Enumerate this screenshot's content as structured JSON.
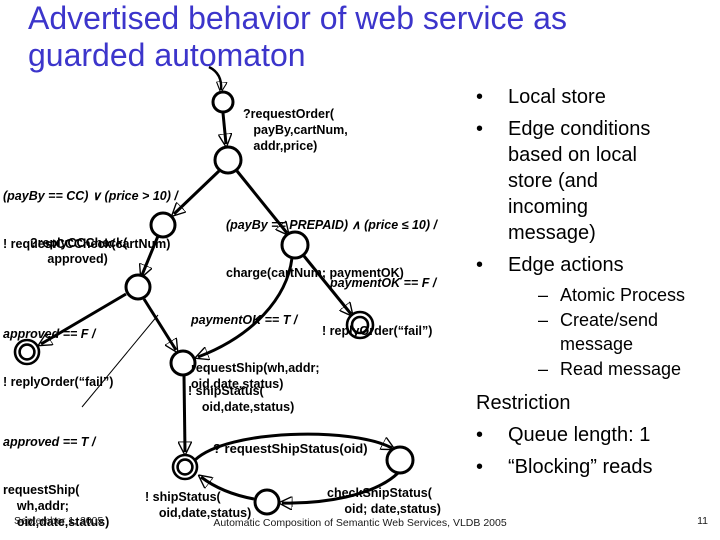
{
  "slide": {
    "title_lines": [
      "Advertised behavior of web service as",
      "guarded automaton"
    ],
    "title_color": "#3c35cb"
  },
  "bullets": {
    "marker": "•",
    "sub_marker": "–",
    "items": [
      "Local store",
      "Edge conditions based on local store (and incoming message)",
      "Edge actions"
    ],
    "sub_items": [
      "Atomic Process",
      "Create/send message",
      "Read message"
    ],
    "restriction": "Restriction",
    "restriction_items": [
      "Queue length: 1",
      "“Blocking” reads"
    ]
  },
  "diagram": {
    "request_order": {
      "event": "?requestOrder(\n   payBy,cartNum,\n   addr,price)"
    },
    "cc_check": {
      "guard": "(payBy == CC) ∨ (price > 10) /",
      "action": "! requestCCCheck(cartNum)"
    },
    "prepaid": {
      "guard": "(payBy == PREPAID) ∧ (price ≤ 10) /",
      "action": "charge(cartNum; paymentOK)"
    },
    "reply_cccheck": {
      "event": "?replyCCCheck(\n     approved)"
    },
    "payment_fail": {
      "guard": "paymentOK == F /",
      "action": "! replyOrder(“fail”)"
    },
    "payment_ok": {
      "guard": "paymentOK == T /",
      "action": "requestShip(wh,addr;\noid,date,status)"
    },
    "approved_fail": {
      "guard": "approved == F /",
      "action": "! replyOrder(“fail”)"
    },
    "approved_ok": {
      "guard": "approved == T /",
      "action": "requestShip(\n    wh,addr;\n    oid,date,status)"
    },
    "ship_status_send": {
      "action": "! shipStatus(\n    oid,date,status)"
    },
    "request_ship_status": {
      "event": "? requestShipStatus(oid)"
    },
    "check_ship_status": {
      "action": "checkShipStatus(\n     oid; date,status)"
    },
    "ship_status_loop": {
      "action": "! shipStatus(\n    oid,date,status)"
    }
  },
  "footer": {
    "date": "September 1, 2005",
    "credit": "Automatic Composition of Semantic Web Services, VLDB 2005",
    "page": "11"
  }
}
